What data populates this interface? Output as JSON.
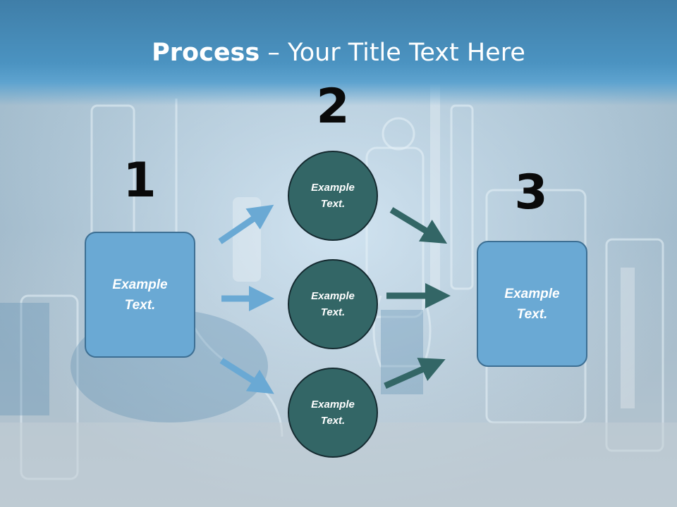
{
  "slide": {
    "title_bold": "Process",
    "title_rest": " – Your Title Text Here"
  },
  "steps": {
    "step1": {
      "number": "1",
      "box_line1": "Example",
      "box_line2": "Text."
    },
    "step2": {
      "number": "2",
      "circles": [
        {
          "line1": "Example",
          "line2": "Text."
        },
        {
          "line1": "Example",
          "line2": "Text."
        },
        {
          "line1": "Example",
          "line2": "Text."
        }
      ]
    },
    "step3": {
      "number": "3",
      "box_line1": "Example",
      "box_line2": "Text."
    }
  },
  "colors": {
    "header": "#4b93c1",
    "box_fill": "#6aa9d4",
    "box_border": "#3d6f93",
    "circle_fill": "#336666",
    "circle_border": "#152a30",
    "arrow_light": "#6aa9d4",
    "arrow_dark": "#336666",
    "number_text": "#0a0a0a"
  },
  "icons": {
    "background": "laboratory-glassware-photo",
    "connector": "arrow-icon"
  }
}
